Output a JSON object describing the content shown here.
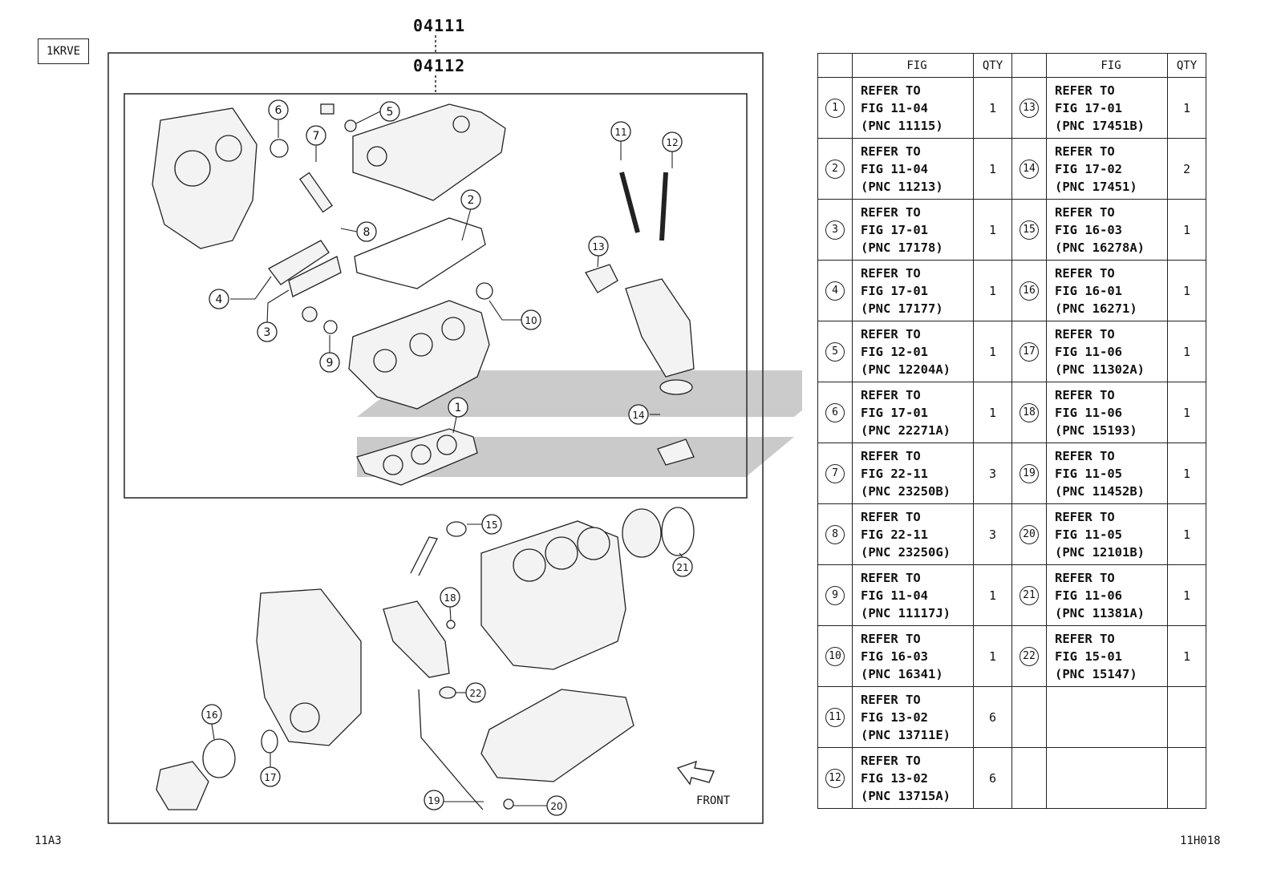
{
  "header": {
    "engine_code": "1KRVE",
    "kit_outer": "04111",
    "kit_inner": "04112"
  },
  "footer": {
    "left_code": "11A3",
    "right_code": "11H018"
  },
  "diagram": {
    "front_label": "FRONT",
    "callouts": [
      "1",
      "2",
      "3",
      "4",
      "5",
      "6",
      "7",
      "8",
      "9",
      "10",
      "11",
      "12",
      "13",
      "14",
      "15",
      "16",
      "17",
      "18",
      "19",
      "20",
      "21",
      "22"
    ]
  },
  "table": {
    "headers": [
      "",
      "FIG",
      "QTY",
      "",
      "FIG",
      "QTY"
    ],
    "rows": [
      {
        "l_idx": "1",
        "l_fig": "REFER TO\nFIG 11-04\n(PNC 11115)",
        "l_qty": "1",
        "r_idx": "13",
        "r_fig": "REFER TO\nFIG 17-01\n(PNC 17451B)",
        "r_qty": "1"
      },
      {
        "l_idx": "2",
        "l_fig": "REFER TO\nFIG 11-04\n(PNC 11213)",
        "l_qty": "1",
        "r_idx": "14",
        "r_fig": "REFER TO\nFIG 17-02\n(PNC 17451)",
        "r_qty": "2"
      },
      {
        "l_idx": "3",
        "l_fig": "REFER TO\nFIG 17-01\n(PNC 17178)",
        "l_qty": "1",
        "r_idx": "15",
        "r_fig": "REFER TO\nFIG 16-03\n(PNC 16278A)",
        "r_qty": "1"
      },
      {
        "l_idx": "4",
        "l_fig": "REFER TO\nFIG 17-01\n(PNC 17177)",
        "l_qty": "1",
        "r_idx": "16",
        "r_fig": "REFER TO\nFIG 16-01\n(PNC 16271)",
        "r_qty": "1"
      },
      {
        "l_idx": "5",
        "l_fig": "REFER TO\nFIG 12-01\n(PNC 12204A)",
        "l_qty": "1",
        "r_idx": "17",
        "r_fig": "REFER TO\nFIG 11-06\n(PNC 11302A)",
        "r_qty": "1"
      },
      {
        "l_idx": "6",
        "l_fig": "REFER TO\nFIG 17-01\n(PNC 22271A)",
        "l_qty": "1",
        "r_idx": "18",
        "r_fig": "REFER TO\nFIG 11-06\n(PNC 15193)",
        "r_qty": "1"
      },
      {
        "l_idx": "7",
        "l_fig": "REFER TO\nFIG 22-11\n(PNC 23250B)",
        "l_qty": "3",
        "r_idx": "19",
        "r_fig": "REFER TO\nFIG 11-05\n(PNC 11452B)",
        "r_qty": "1"
      },
      {
        "l_idx": "8",
        "l_fig": "REFER TO\nFIG 22-11\n(PNC 23250G)",
        "l_qty": "3",
        "r_idx": "20",
        "r_fig": "REFER TO\nFIG 11-05\n(PNC 12101B)",
        "r_qty": "1"
      },
      {
        "l_idx": "9",
        "l_fig": "REFER TO\nFIG 11-04\n(PNC 11117J)",
        "l_qty": "1",
        "r_idx": "21",
        "r_fig": "REFER TO\nFIG 11-06\n(PNC 11381A)",
        "r_qty": "1"
      },
      {
        "l_idx": "10",
        "l_fig": "REFER TO\nFIG 16-03\n(PNC 16341)",
        "l_qty": "1",
        "r_idx": "22",
        "r_fig": "REFER TO\nFIG 15-01\n(PNC 15147)",
        "r_qty": "1"
      },
      {
        "l_idx": "11",
        "l_fig": "REFER TO\nFIG 13-02\n(PNC 13711E)",
        "l_qty": "6",
        "r_idx": "",
        "r_fig": "",
        "r_qty": ""
      },
      {
        "l_idx": "12",
        "l_fig": "REFER TO\nFIG 13-02\n(PNC 13715A)",
        "l_qty": "6",
        "r_idx": "",
        "r_fig": "",
        "r_qty": ""
      }
    ]
  }
}
